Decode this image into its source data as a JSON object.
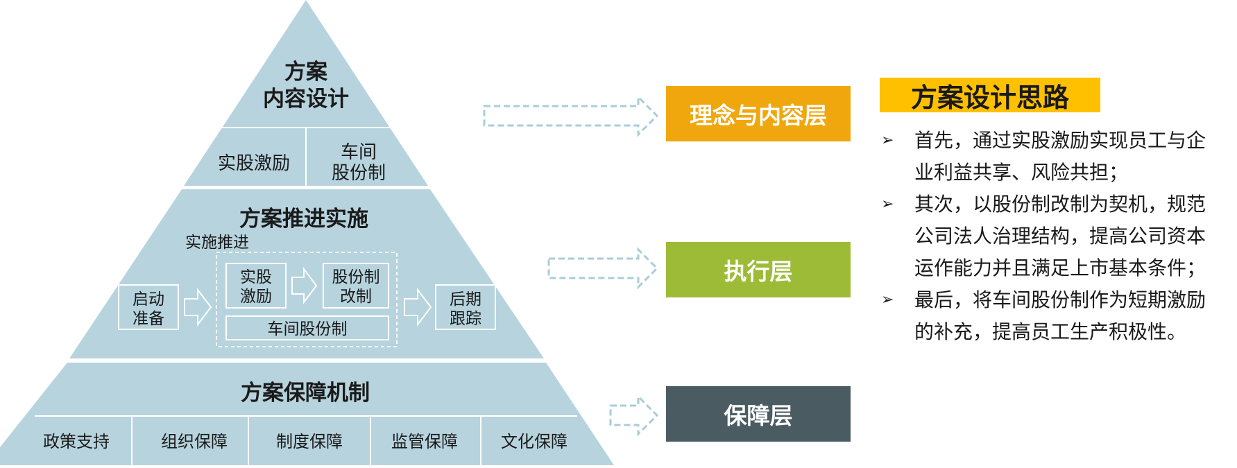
{
  "pyramid": {
    "top": {
      "title_line1": "方案",
      "title_line2": "内容设计",
      "cell_left": "实股激励",
      "cell_right_line1": "车间",
      "cell_right_line2": "股份制"
    },
    "middle": {
      "title": "方案推进实施",
      "group_label": "实施推进",
      "start_line1": "启动",
      "start_line2": "准备",
      "shares_line1": "实股",
      "shares_line2": "激励",
      "reform_line1": "股份制",
      "reform_line2": "改制",
      "workshop": "车间股份制",
      "follow_line1": "后期",
      "follow_line2": "跟踪"
    },
    "bottom": {
      "title": "方案保障机制",
      "cells": [
        "政策支持",
        "组织保障",
        "制度保障",
        "监管保障",
        "文化保障"
      ]
    }
  },
  "layers": {
    "top": "理念与内容层",
    "middle": "执行层",
    "bottom": "保障层"
  },
  "ideas": {
    "title": "方案设计思路",
    "bullet_glyph": "➢",
    "items": [
      {
        "line1": "首先，通过实股激励实现员工与企",
        "line2": "业利益共享、风险共担；"
      },
      {
        "line1": "其次，以股份制改制为契机，规范",
        "line2": "公司法人治理结构，提高公司资本",
        "line3": "运作能力并且满足上市基本条件；"
      },
      {
        "line1": "最后，将车间股份制作为短期激励",
        "line2": "的补充，提高员工生产积极性。"
      }
    ]
  },
  "colors": {
    "pyramid_fill": "#b7d4de",
    "arrow_outline": "#a9cdd9",
    "layer_top": "#f0a70e",
    "layer_middle": "#9dbb37",
    "layer_bottom": "#4a5c61",
    "title_highlight": "#ffc000"
  }
}
